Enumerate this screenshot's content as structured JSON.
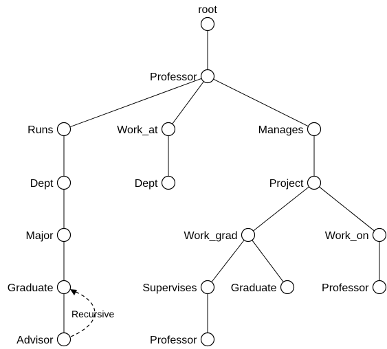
{
  "tree": {
    "nodes": [
      {
        "id": "root",
        "label": "root"
      },
      {
        "id": "professor",
        "label": "Professor"
      },
      {
        "id": "runs",
        "label": "Runs"
      },
      {
        "id": "work-at",
        "label": "Work_at"
      },
      {
        "id": "manages",
        "label": "Manages"
      },
      {
        "id": "dept-left",
        "label": "Dept"
      },
      {
        "id": "dept-mid",
        "label": "Dept"
      },
      {
        "id": "project",
        "label": "Project"
      },
      {
        "id": "major",
        "label": "Major"
      },
      {
        "id": "work-grad",
        "label": "Work_grad"
      },
      {
        "id": "work-on",
        "label": "Work_on"
      },
      {
        "id": "graduate-left",
        "label": "Graduate"
      },
      {
        "id": "supervises",
        "label": "Supervises"
      },
      {
        "id": "graduate-mid",
        "label": "Graduate"
      },
      {
        "id": "professor-right",
        "label": "Professor"
      },
      {
        "id": "advisor",
        "label": "Advisor"
      },
      {
        "id": "professor-bottom",
        "label": "Professor"
      }
    ],
    "edges": [
      [
        "root",
        "professor"
      ],
      [
        "professor",
        "runs"
      ],
      [
        "professor",
        "work-at"
      ],
      [
        "professor",
        "manages"
      ],
      [
        "runs",
        "dept-left"
      ],
      [
        "work-at",
        "dept-mid"
      ],
      [
        "manages",
        "project"
      ],
      [
        "dept-left",
        "major"
      ],
      [
        "major",
        "graduate-left"
      ],
      [
        "graduate-left",
        "advisor"
      ],
      [
        "project",
        "work-grad"
      ],
      [
        "project",
        "work-on"
      ],
      [
        "work-grad",
        "supervises"
      ],
      [
        "work-grad",
        "graduate-mid"
      ],
      [
        "supervises",
        "professor-bottom"
      ],
      [
        "work-on",
        "professor-right"
      ]
    ],
    "recursive_link": {
      "from": "advisor",
      "to": "graduate-left",
      "label": "Recursive"
    }
  }
}
